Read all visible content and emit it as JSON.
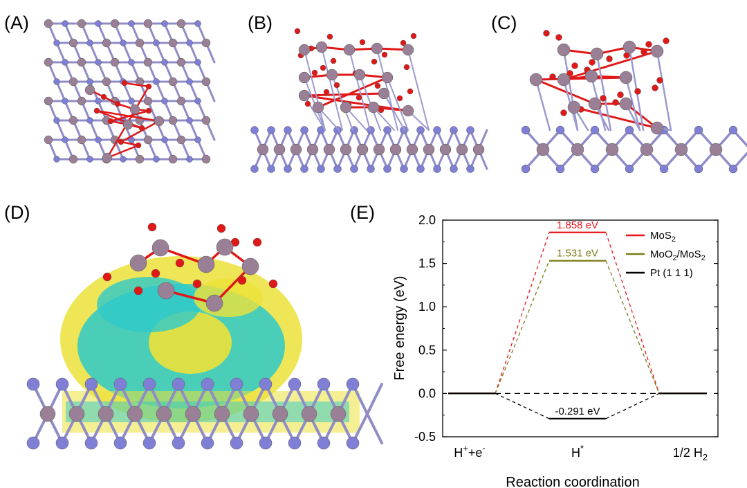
{
  "panels": {
    "a": "(A)",
    "b": "(B)",
    "c": "(C)",
    "d": "(D)",
    "e": "(E)"
  },
  "colors": {
    "mo": "#9a8096",
    "s": "#7f7fd6",
    "o": "#e01818",
    "charge_yellow": "#ece23a",
    "charge_cyan": "#2ec9c9",
    "mos2": "#e8141c",
    "moo2_mos2": "#7a7a14",
    "pt": "#000000"
  },
  "chart_data": {
    "type": "line",
    "ylabel": "Free energy (eV)",
    "xlabel": "Reaction coordination",
    "ylim": [
      -0.5,
      2.0
    ],
    "yticks": [
      "-0.5",
      "0.0",
      "0.5",
      "1.0",
      "1.5",
      "2.0"
    ],
    "categories": [
      {
        "main": "H",
        "sup1": "+",
        "mid": "+e",
        "sup2": "-",
        "sub": ""
      },
      {
        "main": "H",
        "sup1": "*",
        "mid": "",
        "sup2": "",
        "sub": ""
      },
      {
        "main": "1/2 H",
        "sup1": "",
        "mid": "",
        "sup2": "",
        "sub": "2"
      }
    ],
    "legend_position": "top-right",
    "series": [
      {
        "name": "MoS",
        "name_sub": "2",
        "name_tail": "",
        "name_sub2": "",
        "color": "#e8141c",
        "values": [
          0,
          1.858,
          0
        ],
        "label": "1.858 eV"
      },
      {
        "name": "MoO",
        "name_sub": "2",
        "name_tail": "/MoS",
        "name_sub2": "2",
        "color": "#7a7a14",
        "values": [
          0,
          1.531,
          0
        ],
        "label": "1.531 eV"
      },
      {
        "name": "Pt (1 1 1)",
        "name_sub": "",
        "name_tail": "",
        "name_sub2": "",
        "color": "#000000",
        "values": [
          0,
          -0.291,
          0
        ],
        "label": "-0.291 eV"
      }
    ]
  }
}
